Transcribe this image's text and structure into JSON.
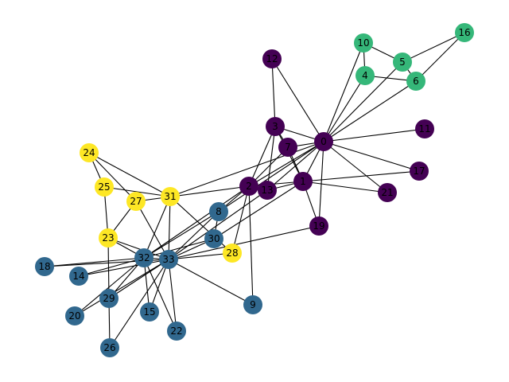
{
  "graph": {
    "colors": {
      "purple": "#440154",
      "green": "#35b779",
      "blue": "#31688e",
      "yellow": "#fde725"
    },
    "nodes": [
      {
        "id": "0",
        "label": "0",
        "group": "purple"
      },
      {
        "id": "1",
        "label": "1",
        "group": "purple"
      },
      {
        "id": "2",
        "label": "2",
        "group": "purple"
      },
      {
        "id": "3",
        "label": "3",
        "group": "purple"
      },
      {
        "id": "4",
        "label": "4",
        "group": "green"
      },
      {
        "id": "5",
        "label": "5",
        "group": "green"
      },
      {
        "id": "6",
        "label": "6",
        "group": "green"
      },
      {
        "id": "7",
        "label": "7",
        "group": "purple"
      },
      {
        "id": "8",
        "label": "8",
        "group": "blue"
      },
      {
        "id": "9",
        "label": "9",
        "group": "blue"
      },
      {
        "id": "10",
        "label": "10",
        "group": "green"
      },
      {
        "id": "11",
        "label": "11",
        "group": "purple"
      },
      {
        "id": "12",
        "label": "12",
        "group": "purple"
      },
      {
        "id": "13",
        "label": "13",
        "group": "purple"
      },
      {
        "id": "14",
        "label": "14",
        "group": "blue"
      },
      {
        "id": "15",
        "label": "15",
        "group": "blue"
      },
      {
        "id": "16",
        "label": "16",
        "group": "green"
      },
      {
        "id": "17",
        "label": "17",
        "group": "purple"
      },
      {
        "id": "18",
        "label": "18",
        "group": "blue"
      },
      {
        "id": "19",
        "label": "19",
        "group": "purple"
      },
      {
        "id": "20",
        "label": "20",
        "group": "blue"
      },
      {
        "id": "21",
        "label": "21",
        "group": "purple"
      },
      {
        "id": "22",
        "label": "22",
        "group": "blue"
      },
      {
        "id": "23",
        "label": "23",
        "group": "yellow"
      },
      {
        "id": "24",
        "label": "24",
        "group": "yellow"
      },
      {
        "id": "25",
        "label": "25",
        "group": "yellow"
      },
      {
        "id": "26",
        "label": "26",
        "group": "blue"
      },
      {
        "id": "27",
        "label": "27",
        "group": "yellow"
      },
      {
        "id": "28",
        "label": "28",
        "group": "yellow"
      },
      {
        "id": "29",
        "label": "29",
        "group": "blue"
      },
      {
        "id": "30",
        "label": "30",
        "group": "blue"
      },
      {
        "id": "31",
        "label": "31",
        "group": "yellow"
      },
      {
        "id": "32",
        "label": "32",
        "group": "blue"
      },
      {
        "id": "33",
        "label": "33",
        "group": "blue"
      }
    ],
    "edges": [
      [
        "0",
        "1"
      ],
      [
        "0",
        "2"
      ],
      [
        "0",
        "3"
      ],
      [
        "0",
        "4"
      ],
      [
        "0",
        "5"
      ],
      [
        "0",
        "6"
      ],
      [
        "0",
        "7"
      ],
      [
        "0",
        "8"
      ],
      [
        "0",
        "10"
      ],
      [
        "0",
        "11"
      ],
      [
        "0",
        "12"
      ],
      [
        "0",
        "13"
      ],
      [
        "0",
        "17"
      ],
      [
        "0",
        "19"
      ],
      [
        "0",
        "21"
      ],
      [
        "0",
        "31"
      ],
      [
        "1",
        "2"
      ],
      [
        "1",
        "3"
      ],
      [
        "1",
        "7"
      ],
      [
        "1",
        "13"
      ],
      [
        "1",
        "17"
      ],
      [
        "1",
        "19"
      ],
      [
        "1",
        "21"
      ],
      [
        "1",
        "30"
      ],
      [
        "2",
        "3"
      ],
      [
        "2",
        "7"
      ],
      [
        "2",
        "8"
      ],
      [
        "2",
        "9"
      ],
      [
        "2",
        "13"
      ],
      [
        "2",
        "27"
      ],
      [
        "2",
        "28"
      ],
      [
        "2",
        "32"
      ],
      [
        "3",
        "7"
      ],
      [
        "3",
        "12"
      ],
      [
        "3",
        "13"
      ],
      [
        "4",
        "6"
      ],
      [
        "4",
        "10"
      ],
      [
        "5",
        "6"
      ],
      [
        "5",
        "10"
      ],
      [
        "5",
        "16"
      ],
      [
        "6",
        "16"
      ],
      [
        "8",
        "30"
      ],
      [
        "8",
        "32"
      ],
      [
        "8",
        "33"
      ],
      [
        "9",
        "33"
      ],
      [
        "13",
        "33"
      ],
      [
        "14",
        "32"
      ],
      [
        "14",
        "33"
      ],
      [
        "15",
        "32"
      ],
      [
        "15",
        "33"
      ],
      [
        "18",
        "32"
      ],
      [
        "18",
        "33"
      ],
      [
        "19",
        "33"
      ],
      [
        "20",
        "32"
      ],
      [
        "20",
        "33"
      ],
      [
        "22",
        "32"
      ],
      [
        "22",
        "33"
      ],
      [
        "23",
        "25"
      ],
      [
        "23",
        "27"
      ],
      [
        "23",
        "29"
      ],
      [
        "23",
        "32"
      ],
      [
        "23",
        "33"
      ],
      [
        "24",
        "25"
      ],
      [
        "24",
        "27"
      ],
      [
        "24",
        "31"
      ],
      [
        "25",
        "31"
      ],
      [
        "26",
        "29"
      ],
      [
        "26",
        "33"
      ],
      [
        "27",
        "33"
      ],
      [
        "28",
        "31"
      ],
      [
        "28",
        "33"
      ],
      [
        "29",
        "32"
      ],
      [
        "29",
        "33"
      ],
      [
        "30",
        "32"
      ],
      [
        "30",
        "33"
      ],
      [
        "31",
        "32"
      ],
      [
        "31",
        "33"
      ],
      [
        "32",
        "33"
      ]
    ]
  }
}
